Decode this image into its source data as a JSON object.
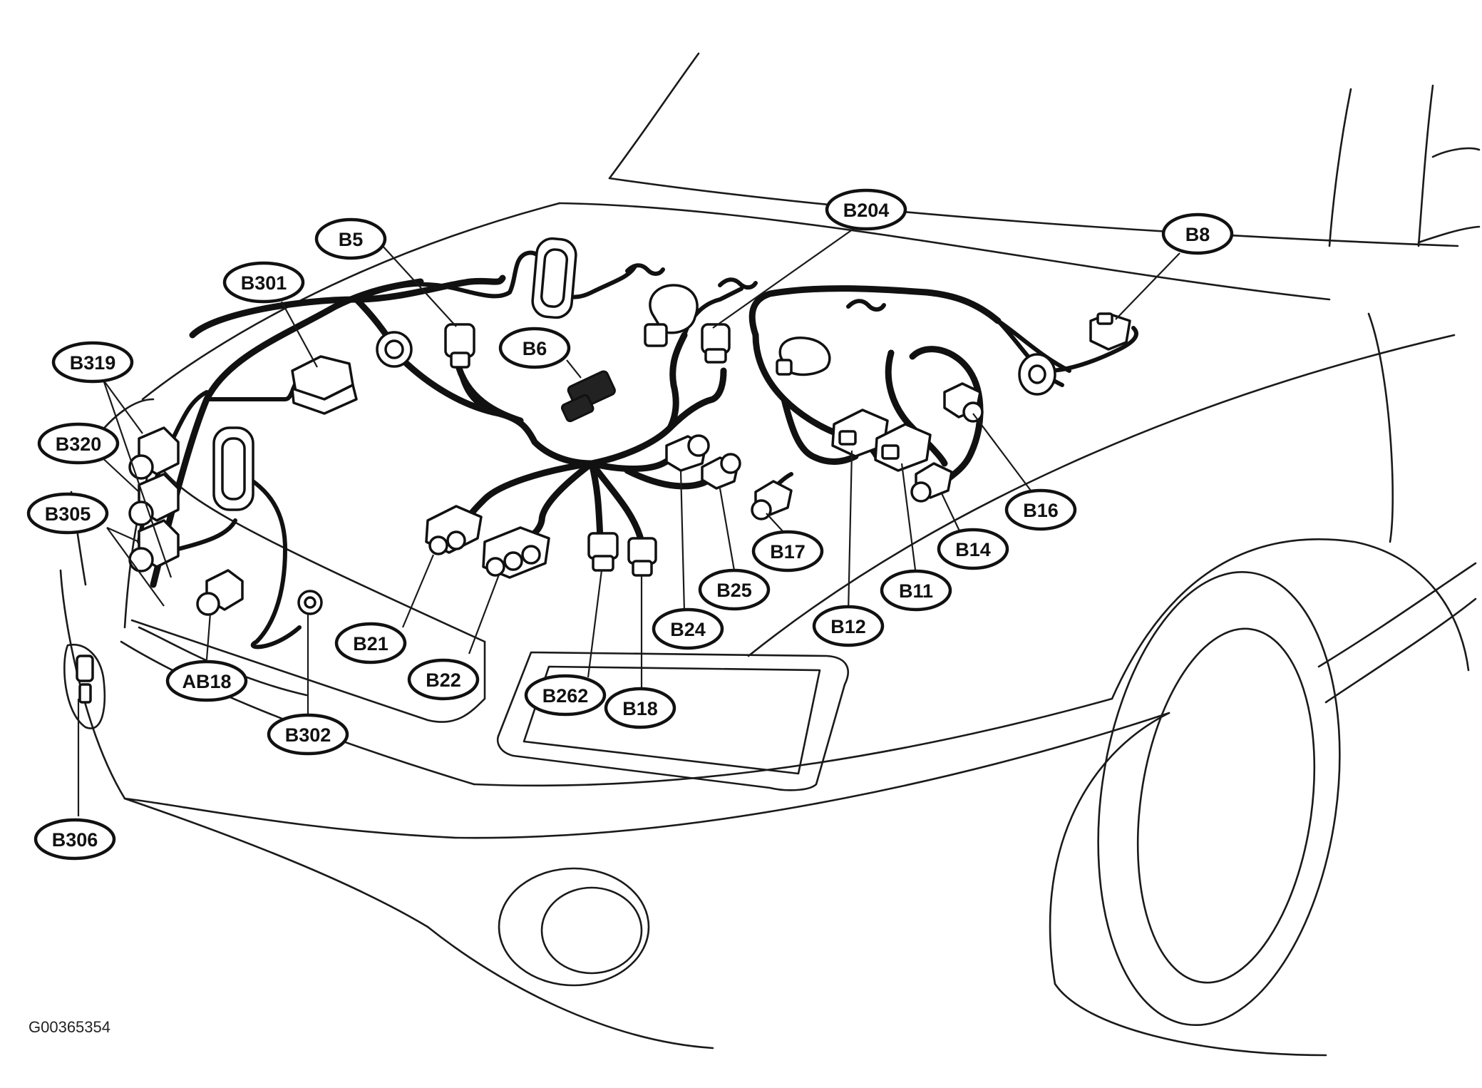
{
  "figure_code": "G00365354",
  "callouts": {
    "b5": "B5",
    "b6": "B6",
    "b8": "B8",
    "b11": "B11",
    "b12": "B12",
    "b14": "B14",
    "b16": "B16",
    "b17": "B17",
    "b18": "B18",
    "b21": "B21",
    "b22": "B22",
    "b24": "B24",
    "b25": "B25",
    "b204": "B204",
    "b262": "B262",
    "b301": "B301",
    "b302": "B302",
    "b305": "B305",
    "b306": "B306",
    "b319": "B319",
    "b320": "B320",
    "ab18": "AB18"
  }
}
